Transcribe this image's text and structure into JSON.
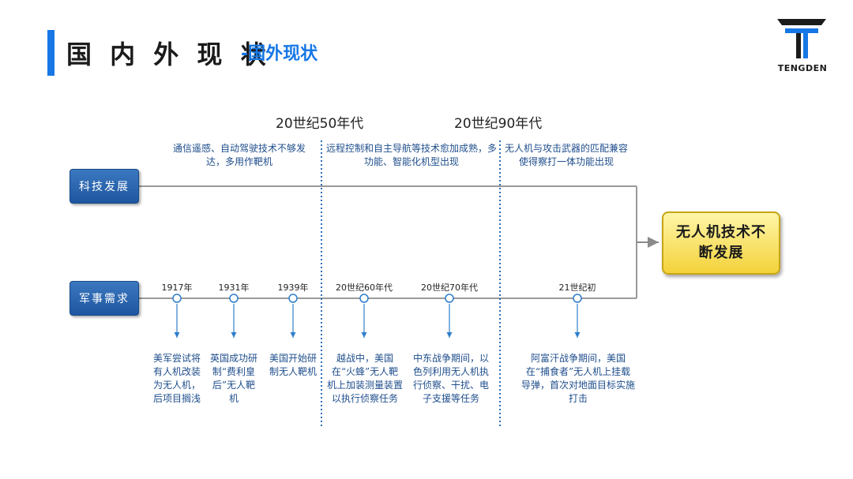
{
  "header": {
    "title": "国 内 外 现 状",
    "subtitle": "-国外现状",
    "logo_text": "TENGDEN"
  },
  "eras": [
    "20世纪50年代",
    "20世纪90年代"
  ],
  "tech": {
    "label": "科技发展",
    "descriptions": [
      "通信遥感、自动驾驶技术不够发达，多用作靶机",
      "远程控制和自主导航等技术愈加成熟，多功能、智能化机型出现",
      "无人机与攻击武器的匹配兼容使得察打一体功能出现"
    ]
  },
  "military": {
    "label": "军事需求",
    "milestones": [
      {
        "year": "1917年",
        "text": "美军尝试将有人机改装为无人机，后项目搁浅"
      },
      {
        "year": "1931年",
        "text": "英国成功研制“费利皇后”无人靶机"
      },
      {
        "year": "1939年",
        "text": "美国开始研制无人靶机"
      },
      {
        "year": "20世纪60年代",
        "text": "越战中，美国在“火蜂”无人靶机上加装测量装置以执行侦察任务"
      },
      {
        "year": "20世纪70年代",
        "text": "中东战争期间，以色列利用无人机执行侦察、干扰、电子支援等任务"
      },
      {
        "year": "21世纪初",
        "text": "阿富汗战争期间，美国在“捕食者”无人机上挂载导弹，首次对地面目标实施打击"
      }
    ]
  },
  "result": {
    "text": "无人机技术不断发展"
  },
  "colors": {
    "accent": "#1677e5",
    "box_blue": "#1f56a0",
    "result_yellow": "#f3d23a",
    "text_blue": "#1f4e8c"
  }
}
